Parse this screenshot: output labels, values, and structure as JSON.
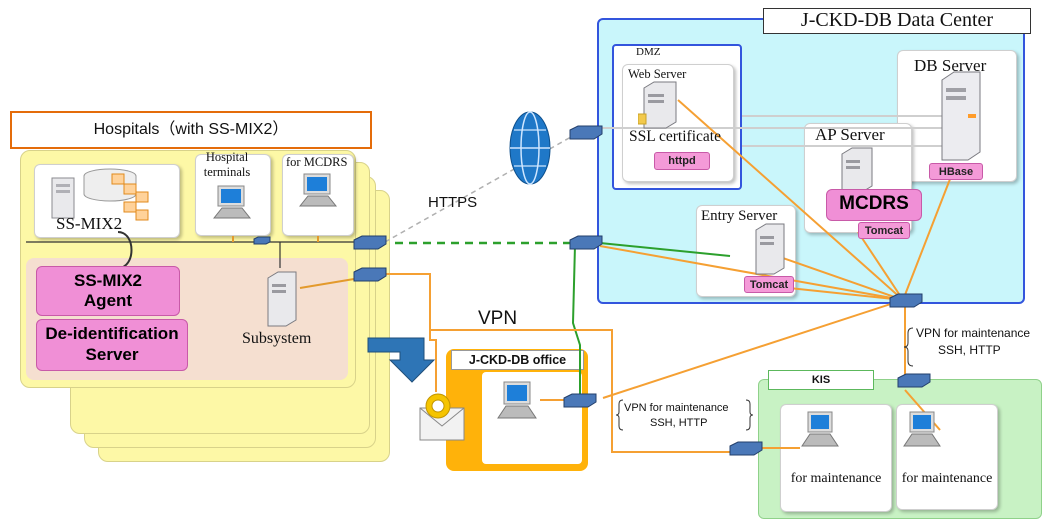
{
  "hospitals": {
    "title": "Hospitals（with SS-MIX2）",
    "ssmix2": "SS-MIX2",
    "hospital_terminals": "Hospital terminals",
    "for_mcdrs": "for MCDRS",
    "agent": "SS-MIX2 Agent",
    "deid": "De-identification Server",
    "subsystem": "Subsystem"
  },
  "links": {
    "https": "HTTPS",
    "vpn": "VPN",
    "vpn_maint_1": "VPN for maintenance",
    "ssh_http_1": "SSH, HTTP",
    "vpn_maint_2": "VPN for maintenance",
    "ssh_http_2": "SSH, HTTP"
  },
  "office": {
    "title": "J-CKD-DB office"
  },
  "datacenter": {
    "title": "J-CKD-DB Data Center",
    "dmz": "DMZ",
    "web_server": "Web Server",
    "ssl": "SSL certificate",
    "httpd": "httpd",
    "db_server": "DB Server",
    "hbase": "HBase",
    "ap_server": "AP Server",
    "mcdrs": "MCDRS",
    "tomcat_ap": "Tomcat",
    "entry_server": "Entry Server",
    "tomcat_entry": "Tomcat"
  },
  "kis": {
    "title": "KIS",
    "maint_1": "for maintenance",
    "maint_2": "for maintenance"
  },
  "colors": {
    "hospital_fill": "#fdf8a6",
    "datacenter_fill": "#c9f6fb",
    "datacenter_border": "#3355dd",
    "office_fill": "#ffb20a",
    "kis_fill": "#c8f2c4",
    "pink": "#f08fd6",
    "orange_line": "#f5a033",
    "green_line": "#2ca02c",
    "title_border": "#e46c0a"
  },
  "icons": [
    "server-icon",
    "pc-icon",
    "router-icon",
    "globe-icon",
    "database-icon",
    "email-icon",
    "arrow-icon"
  ]
}
